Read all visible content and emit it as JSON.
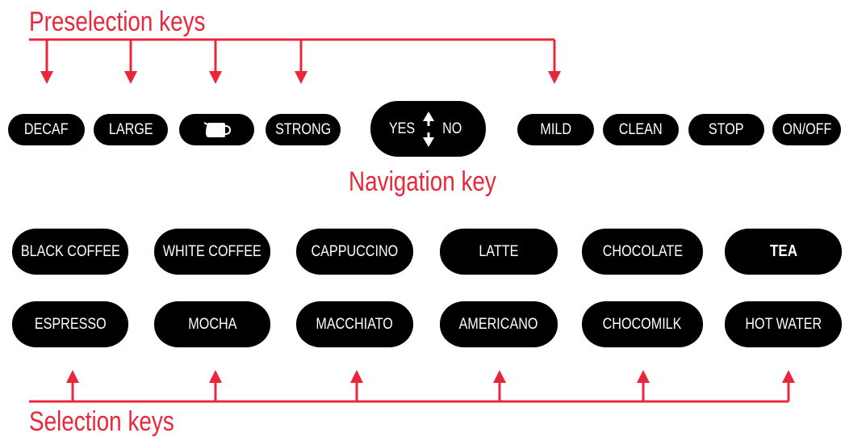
{
  "labels": {
    "preselection": "Preselection keys",
    "navigation": "Navigation key",
    "selection": "Selection keys"
  },
  "preselection_keys": [
    "DECAF",
    "LARGE",
    "",
    "STRONG"
  ],
  "jug_icon": "jug-icon",
  "navigation_key": {
    "yes": "YES",
    "no": "NO",
    "icon": "up-down-arrows-icon"
  },
  "function_keys": [
    "MILD",
    "CLEAN",
    "STOP",
    "ON/OFF"
  ],
  "selection_keys": {
    "row1": [
      "BLACK COFFEE",
      "WHITE COFFEE",
      "CAPPUCCINO",
      "LATTE",
      "CHOCOLATE",
      "TEA"
    ],
    "row2": [
      "ESPRESSO",
      "MOCHA",
      "MACCHIATO",
      "AMERICANO",
      "CHOCOMILK",
      "HOT WATER"
    ]
  },
  "colors": {
    "annotation": "#e8283a",
    "key_bg": "#000000",
    "key_text": "#ffffff"
  }
}
